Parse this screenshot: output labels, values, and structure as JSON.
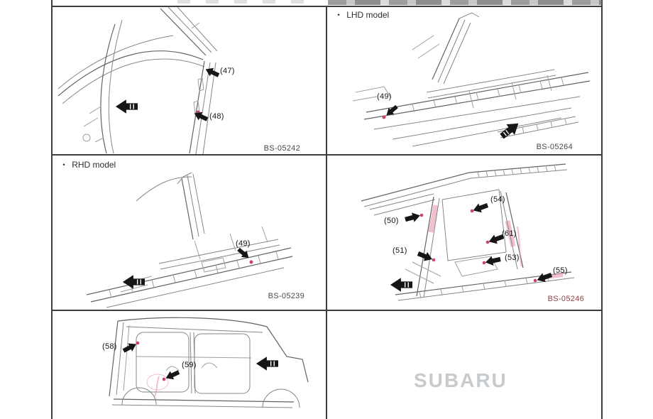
{
  "page": {
    "watermark": "SUBARU",
    "bullet": "•"
  },
  "colors": {
    "line_art": "#82878c",
    "grid_border": "#3d3d3d",
    "accent_red": "#cc4466",
    "accent_pink": "#e58ca0",
    "figure_code_text": "#4a4a4a",
    "figure_code_red": "#8b4444",
    "watermark_gray": "#c7cbce"
  },
  "panels": {
    "top_left": {
      "figure_code": "BS-05242",
      "callouts": [
        {
          "label": "(47)"
        },
        {
          "label": "(48)"
        }
      ],
      "direction_arrow": "left"
    },
    "top_right": {
      "header": "LHD model",
      "figure_code": "BS-05264",
      "callouts": [
        {
          "label": "(49)"
        }
      ],
      "direction_arrow": "up-right"
    },
    "middle_left": {
      "header": "RHD model",
      "figure_code": "BS-05239",
      "callouts": [
        {
          "label": "(49)"
        }
      ],
      "direction_arrow": "left"
    },
    "middle_right": {
      "figure_code": "BS-05246",
      "callouts": [
        {
          "label": "(50)"
        },
        {
          "label": "(51)"
        },
        {
          "label": "(54)"
        },
        {
          "label": "(61)"
        },
        {
          "label": "(53)"
        },
        {
          "label": "(55)"
        }
      ],
      "direction_arrow": "left"
    },
    "bottom_left": {
      "callouts": [
        {
          "label": "(58)"
        },
        {
          "label": "(59)"
        }
      ],
      "direction_arrow": "left"
    },
    "bottom_right": {
      "watermark": "SUBARU"
    }
  }
}
